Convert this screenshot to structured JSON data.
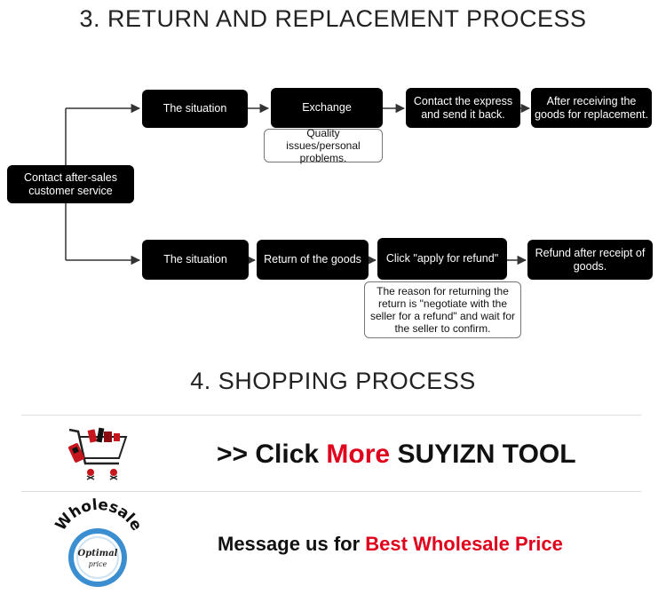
{
  "section3": {
    "title": "3. RETURN AND REPLACEMENT PROCESS"
  },
  "flow": {
    "start": "Contact after-sales customer service",
    "top": {
      "situation": "The situation",
      "exchange": "Exchange",
      "exchange_note": "Quality issues/personal problems.",
      "contact": "Contact the express and send it back.",
      "after": "After receiving the goods for replacement."
    },
    "bottom": {
      "situation": "The situation",
      "return": "Return of the goods",
      "click": "Click \"apply for refund\"",
      "click_note": "The reason for returning the return is \"negotiate with the seller for a refund\" and wait for the seller to confirm.",
      "refund": "Refund after receipt of goods."
    }
  },
  "section4": {
    "title": "4. SHOPPING PROCESS"
  },
  "banner1": {
    "prefix": ">> Click ",
    "highlight": "More",
    "suffix": " SUYIZN TOOL"
  },
  "banner2": {
    "prefix": "Message us for ",
    "highlight": "Best Wholesale Price"
  },
  "badge": {
    "arc_text": "Wholesale",
    "center_line1": "Optimal",
    "center_line2": "price"
  },
  "colors": {
    "accent": "#e0001b",
    "badge_ring": "#3b8fd0",
    "box": "#000000"
  },
  "icons": {
    "cart": "shopping-cart-icon",
    "badge": "wholesale-badge-icon"
  }
}
